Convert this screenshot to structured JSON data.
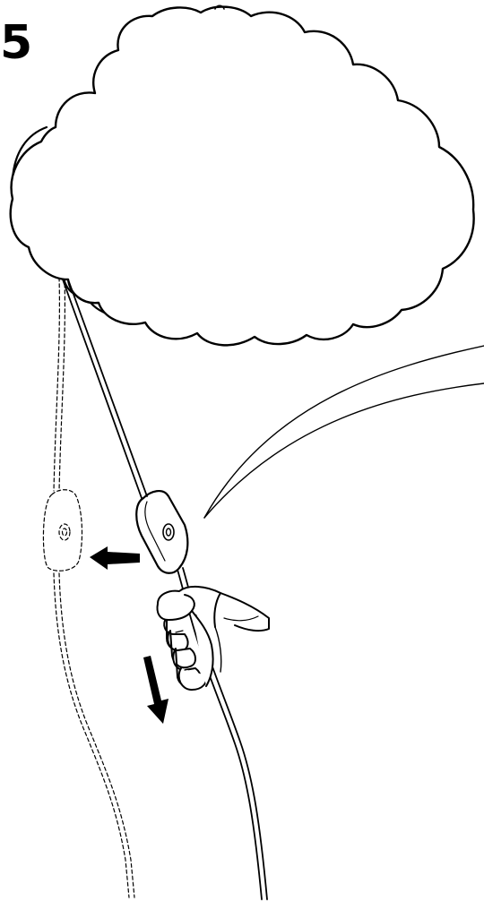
{
  "step": {
    "number": "5"
  },
  "colors": {
    "line": "#000000",
    "background": "#ffffff"
  },
  "icons": [
    "cloud-lamp",
    "cord-switch",
    "hand",
    "arrow-left",
    "arrow-down"
  ]
}
